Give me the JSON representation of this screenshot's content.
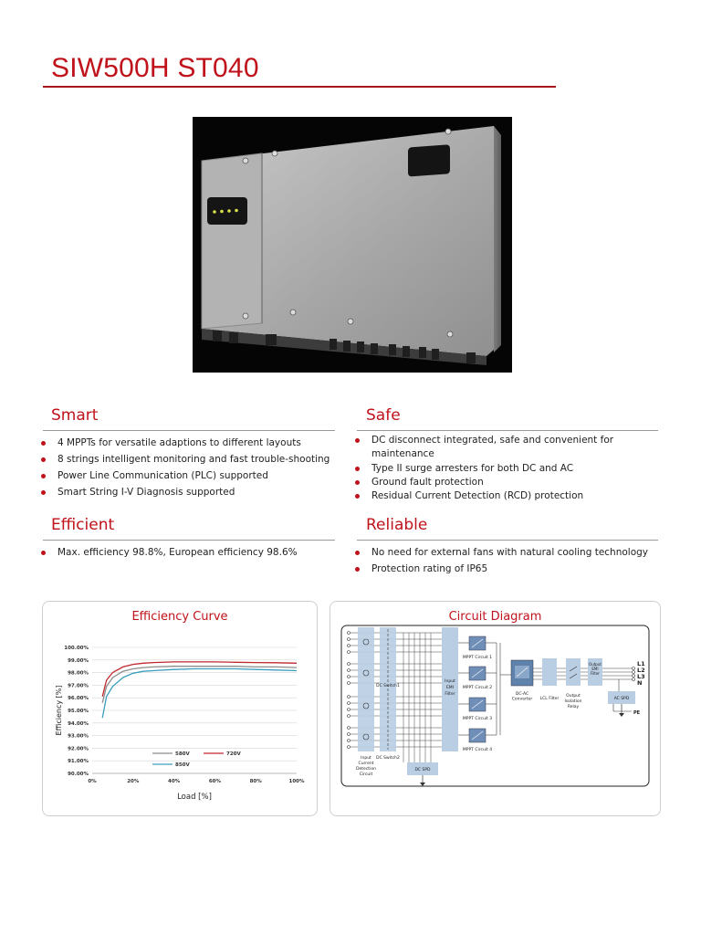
{
  "title": "SIW500H ST040",
  "sections": {
    "smart": {
      "title": "Smart",
      "items": [
        "4 MPPTs for versatile adaptions to different layouts",
        "8 strings intelligent monitoring  and fast trouble-shooting",
        "Power Line Communication (PLC) supported",
        "Smart String I-V Diagnosis supported"
      ]
    },
    "safe": {
      "title": "Safe",
      "items": [
        "DC disconnect integrated, safe and convenient for maintenance",
        "Type II surge arresters for both DC and AC",
        "Ground fault protection",
        "Residual Current Detection (RCD) protection"
      ]
    },
    "efficient": {
      "title": "Efficient",
      "items": [
        "Max. efficiency 98.8%, European efficiency 98.6%"
      ]
    },
    "reliable": {
      "title": "Reliable",
      "items": [
        "No need for external fans with natural cooling technology",
        "Protection rating of IP65"
      ]
    }
  },
  "efficiency_panel": {
    "title": "Efficiency Curve"
  },
  "circuit_panel": {
    "title": "Circuit Diagram",
    "labels": {
      "dc_switch1": "DC Switch1",
      "dc_switch2": "DC Switch2",
      "input_emi": "Input EMI Filter",
      "mppt1": "MPPT Circuit 1",
      "mppt2": "MPPT Circuit 2",
      "mppt3": "MPPT Circuit 3",
      "mppt4": "MPPT Circuit 4",
      "dcac": "DC-AC Converter",
      "lcl": "LCL Filter",
      "relay": "Output Isolation Relay",
      "output_emi": "Output EMI Filter",
      "ac_spd": "AC SPD",
      "dc_spd": "DC SPD",
      "input_current": "Input Current Detection Circuit",
      "pe": "PE",
      "l1": "L1",
      "l2": "L2",
      "l3": "L3",
      "n": "N"
    }
  },
  "chart_data": {
    "type": "line",
    "title": "",
    "xlabel": "Load [%]",
    "ylabel": "Efficiency [%]",
    "xlim": [
      0,
      100
    ],
    "ylim": [
      90,
      100
    ],
    "x_ticks": [
      "0%",
      "20%",
      "40%",
      "60%",
      "80%",
      "100%"
    ],
    "y_ticks": [
      "90.00%",
      "91.00%",
      "92.00%",
      "93.00%",
      "94.00%",
      "95.00%",
      "96.00%",
      "97.00%",
      "98.00%",
      "99.00%",
      "100.00%"
    ],
    "grid": true,
    "legend_position": "bottom-left",
    "x": [
      5,
      7,
      10,
      15,
      20,
      25,
      30,
      40,
      50,
      60,
      70,
      80,
      90,
      100
    ],
    "series": [
      {
        "name": "580V",
        "color": "#8c8c8c",
        "values": [
          95.6,
          96.9,
          97.6,
          98.1,
          98.3,
          98.4,
          98.45,
          98.5,
          98.5,
          98.5,
          98.5,
          98.45,
          98.45,
          98.4
        ]
      },
      {
        "name": "720V",
        "color": "#c0272d",
        "values": [
          96.1,
          97.4,
          98.0,
          98.45,
          98.65,
          98.75,
          98.8,
          98.85,
          98.85,
          98.85,
          98.82,
          98.8,
          98.78,
          98.75
        ]
      },
      {
        "name": "850V",
        "color": "#3a9fbf",
        "values": [
          94.4,
          96.1,
          96.9,
          97.6,
          97.95,
          98.1,
          98.15,
          98.25,
          98.3,
          98.3,
          98.3,
          98.25,
          98.2,
          98.15
        ]
      }
    ]
  }
}
